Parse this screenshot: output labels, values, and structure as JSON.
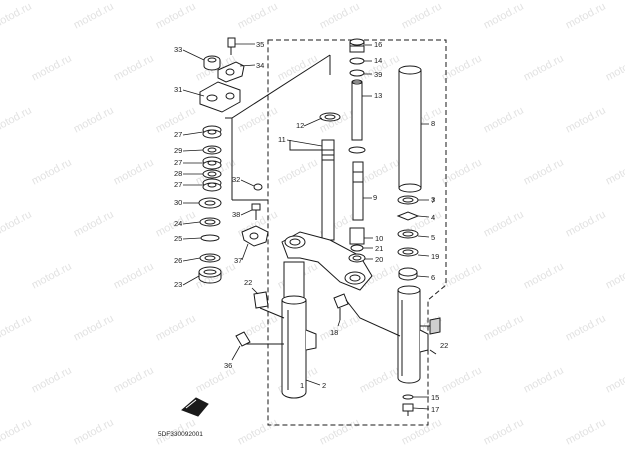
{
  "watermark": "motod.ru",
  "diagram_code": "5DF330092001",
  "callouts": {
    "c1": "1",
    "c2": "2",
    "c3": "3",
    "c4": "4",
    "c5": "5",
    "c6": "6",
    "c7": "7",
    "c8": "8",
    "c9": "9",
    "c10": "10",
    "c11": "11",
    "c12": "12",
    "c13": "13",
    "c14": "14",
    "c15": "15",
    "c16": "16",
    "c17": "17",
    "c18": "18",
    "c19": "19",
    "c20": "20",
    "c21": "21",
    "c22a": "22",
    "c22b": "22",
    "c23": "23",
    "c24": "24",
    "c25": "25",
    "c26": "26",
    "c27a": "27",
    "c27b": "27",
    "c27c": "27",
    "c28": "28",
    "c29": "29",
    "c30": "30",
    "c31": "31",
    "c32": "32",
    "c33": "33",
    "c34": "34",
    "c35": "35",
    "c36": "36",
    "c37": "37",
    "c38": "38",
    "c39": "39"
  },
  "colors": {
    "line": "#1a1a1a",
    "watermark": "#e2e2e2",
    "fill": "#ffffff",
    "shade": "#cfcfcf"
  }
}
